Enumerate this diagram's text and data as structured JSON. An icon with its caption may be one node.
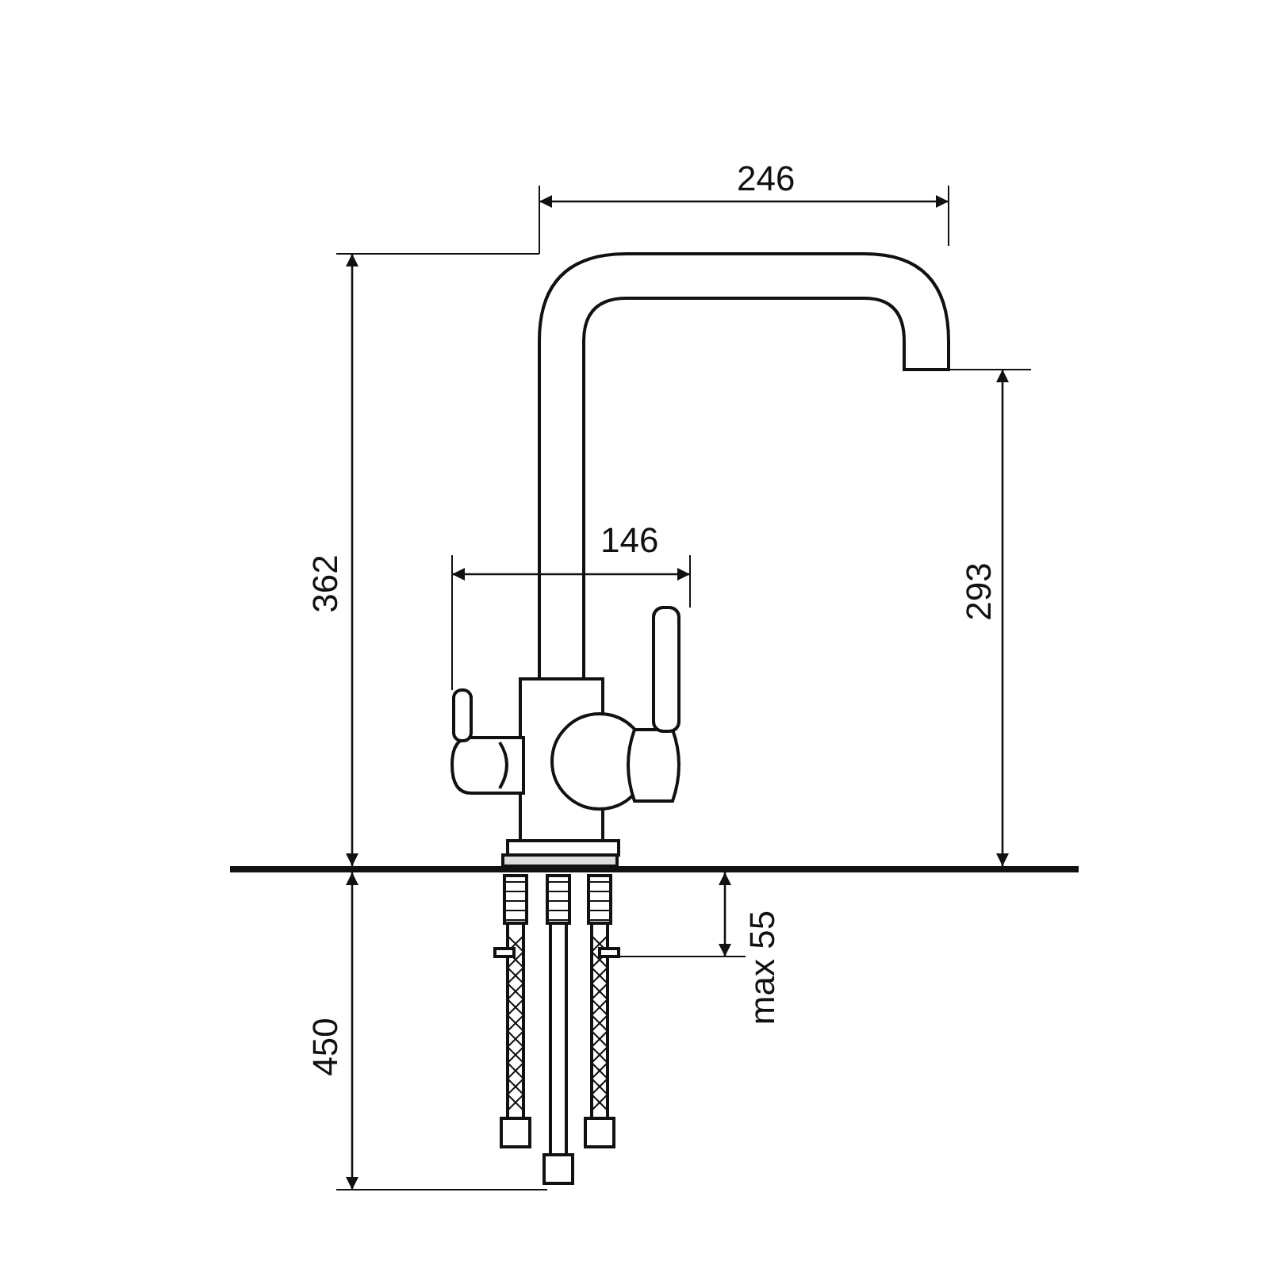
{
  "diagram": {
    "labels": [
      "246",
      "362",
      "146",
      "293",
      "max 55",
      "450"
    ]
  }
}
